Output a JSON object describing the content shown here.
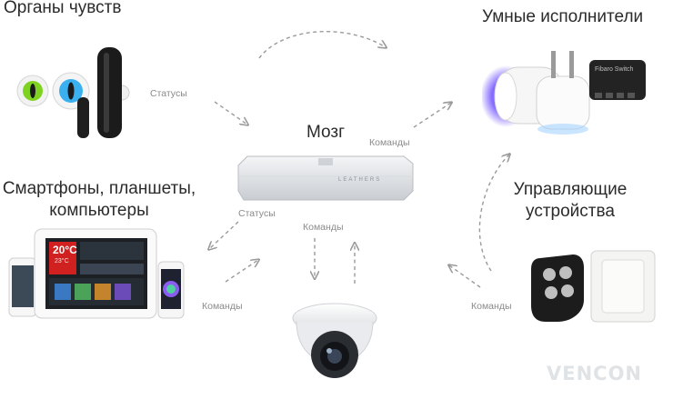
{
  "nodes": {
    "senses": {
      "title": "Органы чувств"
    },
    "actuators": {
      "title": "Умные исполнители"
    },
    "brain": {
      "title": "Мозг",
      "device_label": "LEATHERS"
    },
    "devices": {
      "title_line1": "Смартфоны, планшеты,",
      "title_line2": "компьютеры"
    },
    "controllers": {
      "title_line1": "Управляющие",
      "title_line2": "устройства"
    }
  },
  "edges": {
    "senses_to_brain": "Статусы",
    "brain_to_actuators": "Команды",
    "brain_to_devices": "Статусы",
    "brain_camera": "Команды",
    "devices_to_brain": "Команды",
    "controllers_to_brain": "Команды"
  },
  "screens": {
    "tablet_temp": "20°C",
    "tablet_temp_sub": "23°C"
  },
  "actuator_module_label": "Fibaro Switch",
  "watermark": "VENCON",
  "colors": {
    "arrow": "#9a9a9a",
    "eye_green": "#7ed321",
    "eye_blue": "#3ab0f0",
    "plug_glow": "#7a5cff",
    "tablet_red": "#d0201f"
  }
}
